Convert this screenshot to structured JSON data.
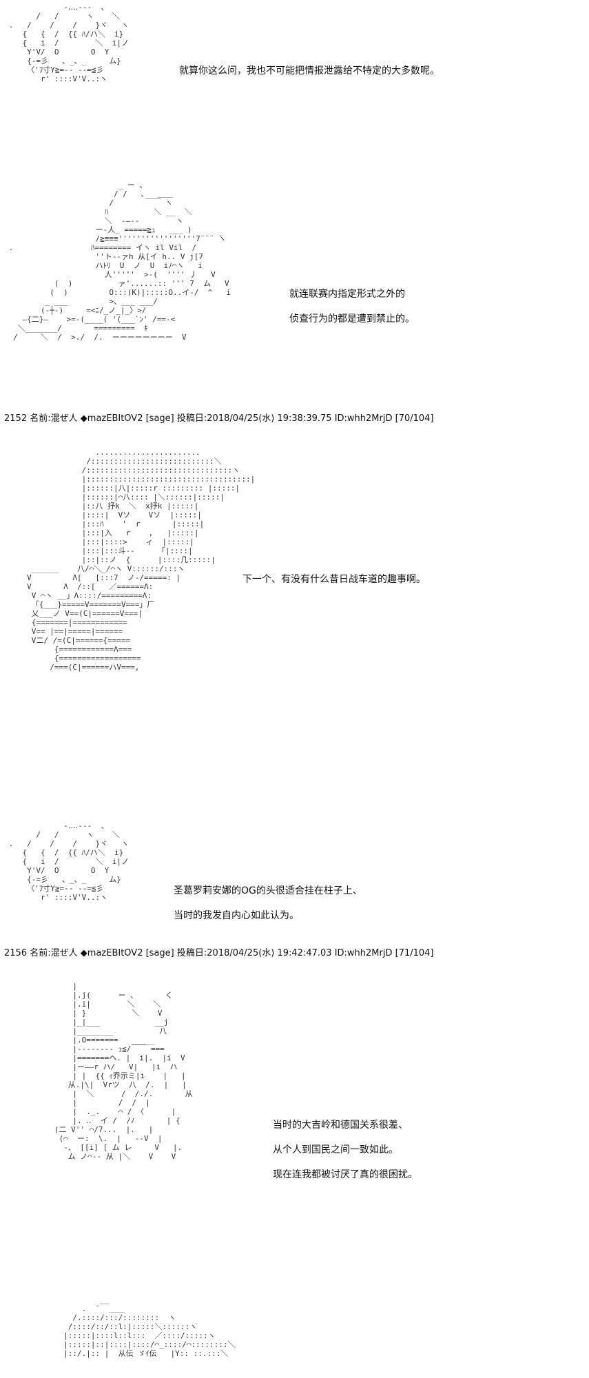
{
  "panel1": {
    "dialogue": [
      "就算你这么问，我也不可能把情报泄露给不特定的大多数呢。"
    ]
  },
  "panel2": {
    "dialogue": [
      "就连联赛内指定形式之外的",
      "侦查行为的都是遭到禁止的。"
    ]
  },
  "post1": {
    "number": "2152",
    "name_label": "名前:",
    "name": "混ぜ人",
    "trip": "◆mazEBItOV2",
    "mail": "[sage]",
    "date_label": "投稿日:",
    "date": "2018/04/25(水) 19:38:39.75",
    "id": "ID:whh2MrjD",
    "count": "[70/104]"
  },
  "panel3": {
    "dialogue": [
      "下一个、有没有什么昔日战车道的趣事啊。"
    ]
  },
  "panel4": {
    "dialogue": [
      "圣葛罗莉安娜的OG的头很适合挂在柱子上、",
      "当时的我发自内心如此认为。"
    ]
  },
  "post2": {
    "number": "2156",
    "name_label": "名前:",
    "name": "混ぜ人",
    "trip": "◆mazEBItOV2",
    "mail": "[sage]",
    "date_label": "投稿日:",
    "date": "2018/04/25(水) 19:42:47.03",
    "id": "ID:whh2MrjD",
    "count": "[71/104]"
  },
  "panel5": {
    "dialogue": [
      "当时的大吉岭和德国关系很差、",
      "从个人到国民之间一致如此。",
      "现在连我都被讨厌了真的很困扰。"
    ]
  }
}
